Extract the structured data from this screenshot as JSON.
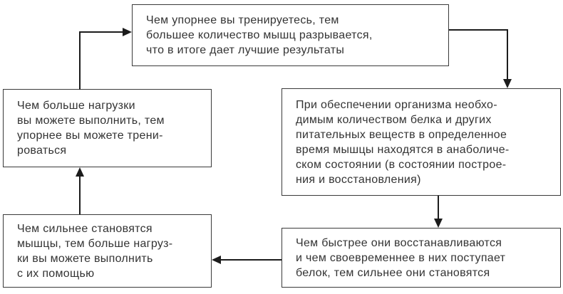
{
  "diagram": {
    "title": "Training cycle flowchart",
    "background_color": "#ffffff",
    "border_color": "#3a3a3a",
    "line_color": "#1c1c1c",
    "text_color": "#333333",
    "boxes": {
      "top": {
        "text": "Чем упорнее вы тренируетесь, тем\nбольшее количество мышц разрывается,\nчто в итоге дает лучшие результаты"
      },
      "left_middle": {
        "text": "Чем больше нагрузки\nвы можете выполнить, тем\nупорнее вы можете трени-\nроваться"
      },
      "right_middle": {
        "text": "При обеспечении организма необхо-\nдимым количеством белка и других\nпитательных веществ в определенное\nвремя мышцы находятся в анаболиче-\nском состоянии (в состоянии построе-\nния и восстановления)"
      },
      "bottom_left": {
        "text": "Чем сильнее становятся\nмышцы, тем больше нагруз-\nки вы можете выполнить\nс их помощью"
      },
      "bottom_right": {
        "text": "Чем быстрее они восстанавливаются\nи чем своевременнее в них поступает\nбелок, тем сильнее они становятся"
      }
    },
    "connectors": [
      {
        "from": "left_middle",
        "to": "top",
        "direction": "up-then-right"
      },
      {
        "from": "top",
        "to": "right_middle",
        "direction": "right-then-down"
      },
      {
        "from": "right_middle",
        "to": "bottom_right",
        "direction": "down"
      },
      {
        "from": "bottom_right",
        "to": "bottom_left",
        "direction": "left"
      },
      {
        "from": "bottom_left",
        "to": "left_middle",
        "direction": "up"
      }
    ]
  }
}
